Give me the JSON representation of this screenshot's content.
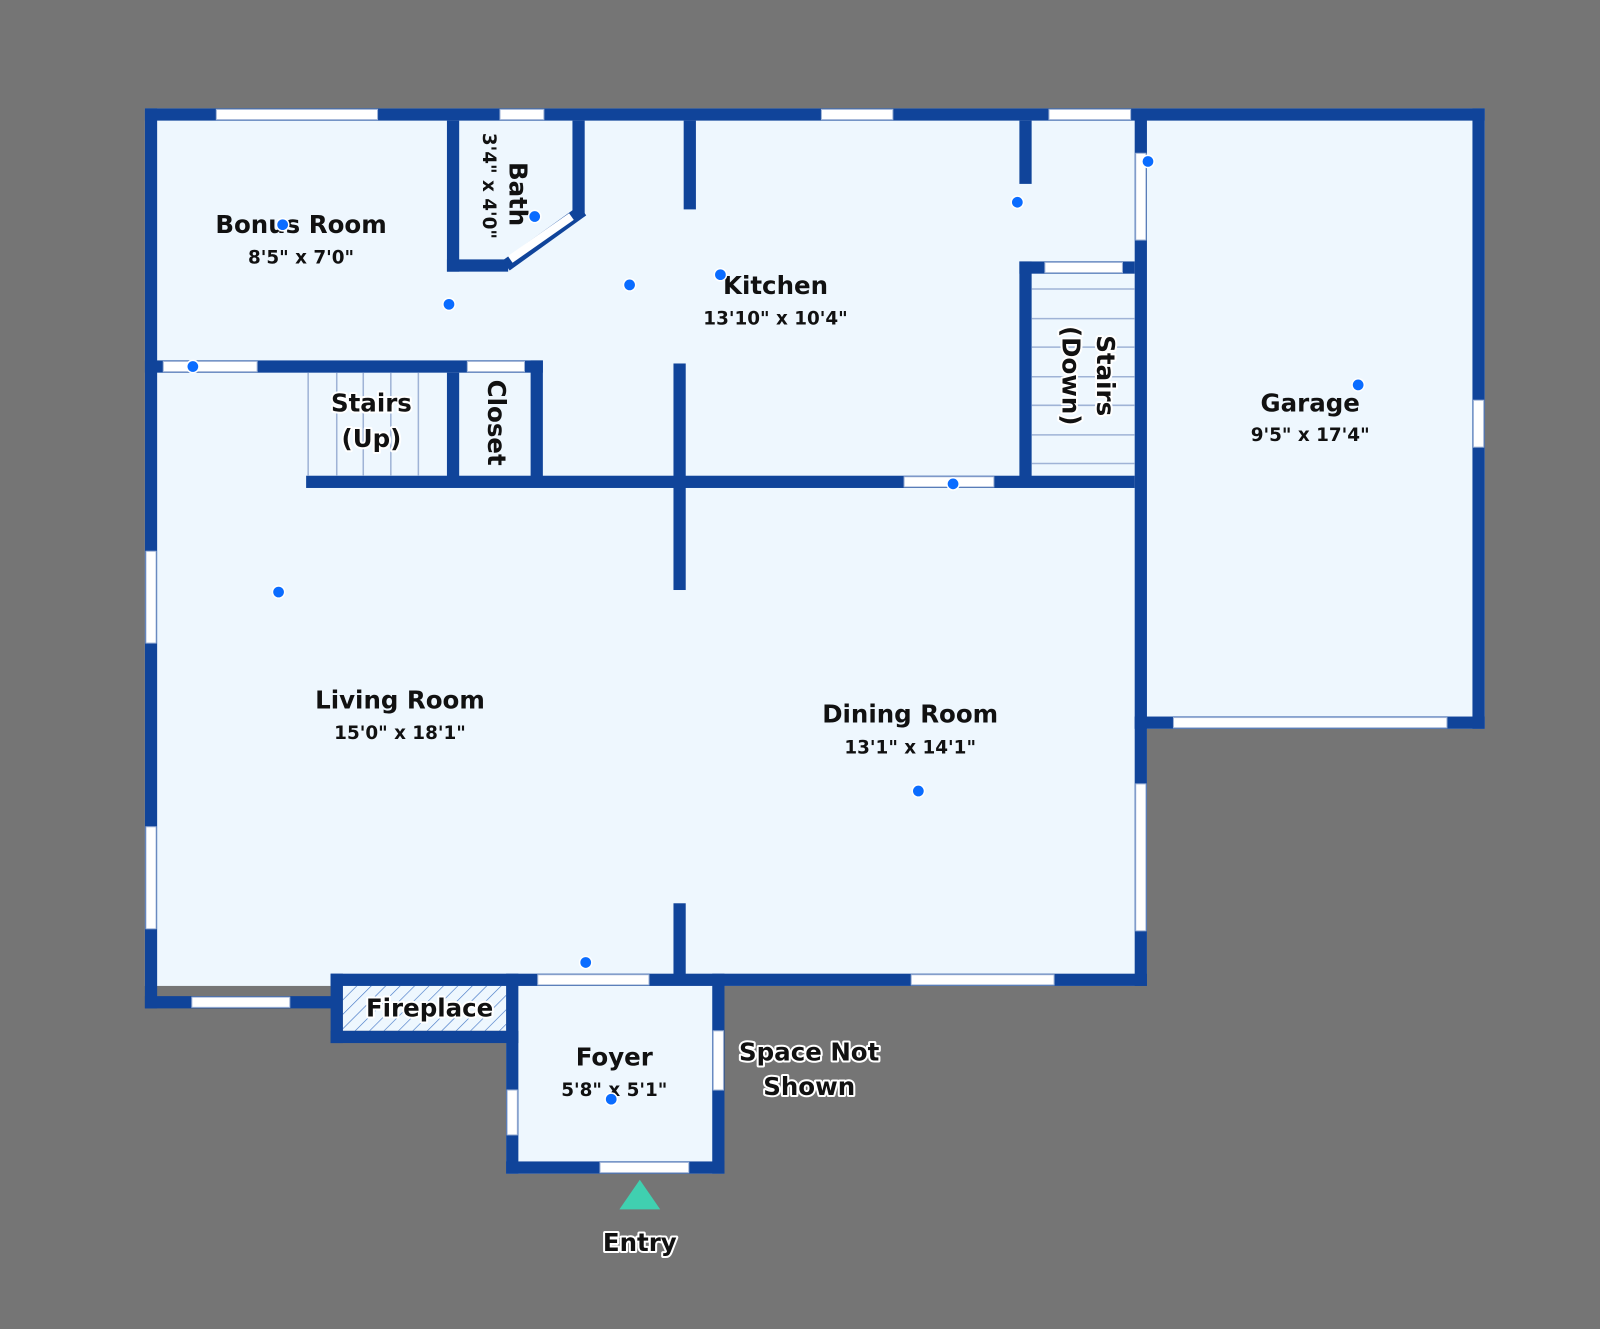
{
  "colors": {
    "background": "#757575",
    "wall": "#10449a",
    "floor": "#eef7fe",
    "marker": "#0a6cff",
    "entry": "#40d0b0"
  },
  "rooms": {
    "bonus": {
      "name": "Bonus Room",
      "dims": "8'5\" x 7'0\""
    },
    "bath": {
      "name": "Bath",
      "dims": "3'4\" x 4'0\""
    },
    "kitchen": {
      "name": "Kitchen",
      "dims": "13'10\" x 10'4\""
    },
    "stairs_up": {
      "name_line1": "Stairs",
      "name_line2": "(Up)"
    },
    "closet": {
      "name": "Closet"
    },
    "stairs_down": {
      "name_line1": "Stairs",
      "name_line2": "(Down)"
    },
    "garage": {
      "name": "Garage",
      "dims": "9'5\" x 17'4\""
    },
    "living": {
      "name": "Living Room",
      "dims": "15'0\" x 18'1\""
    },
    "dining": {
      "name": "Dining Room",
      "dims": "13'1\" x 14'1\""
    },
    "fireplace": {
      "name": "Fireplace"
    },
    "foyer": {
      "name": "Foyer",
      "dims": "5'8\" x 5'1\""
    }
  },
  "annotations": {
    "space_not_shown_line1": "Space Not",
    "space_not_shown_line2": "Shown",
    "entry": "Entry"
  }
}
